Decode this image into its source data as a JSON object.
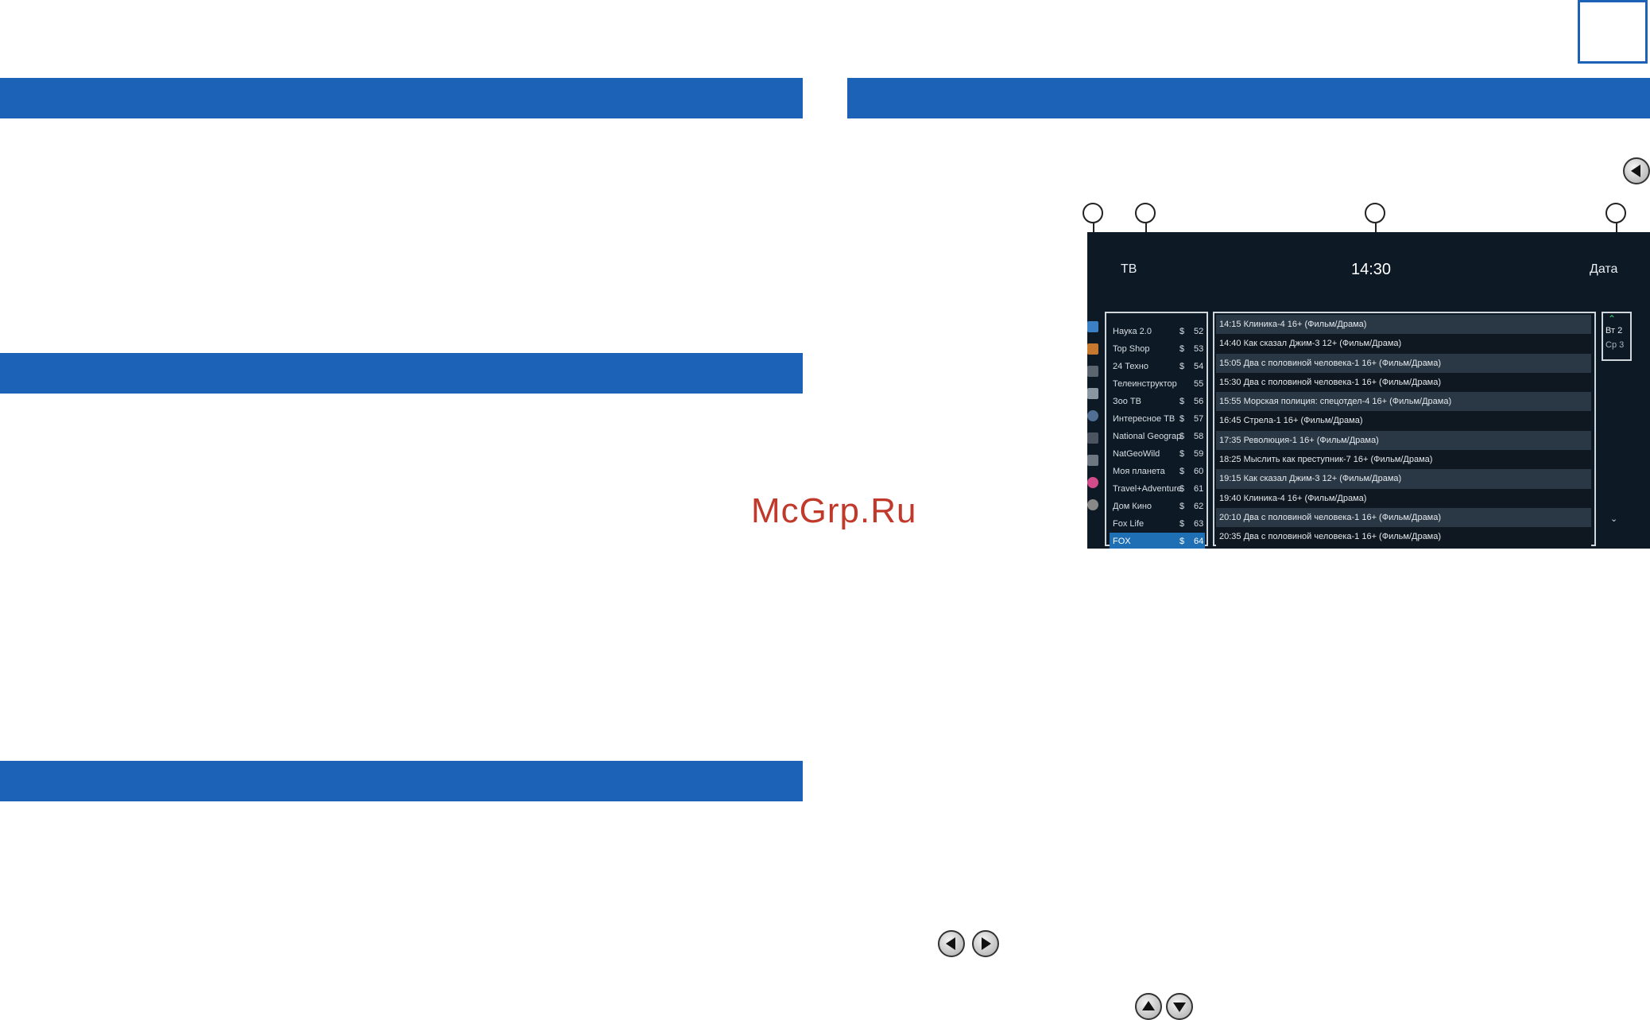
{
  "header": {
    "page_box": ""
  },
  "watermark": "McGrp.Ru",
  "tv_screen": {
    "left_label": "ТВ",
    "clock": "14:30",
    "right_label": "Дата",
    "channels": [
      {
        "name": "Наука 2.0",
        "price": "$",
        "number": "52"
      },
      {
        "name": "Top Shop",
        "price": "$",
        "number": "53"
      },
      {
        "name": "24 Техно",
        "price": "$",
        "number": "54"
      },
      {
        "name": "Телеинструктор",
        "price": "",
        "number": "55"
      },
      {
        "name": "Зоо ТВ",
        "price": "$",
        "number": "56"
      },
      {
        "name": "Интересное ТВ",
        "price": "$",
        "number": "57"
      },
      {
        "name": "National Geographic",
        "price": "$",
        "number": "58"
      },
      {
        "name": "NatGeoWild",
        "price": "$",
        "number": "59"
      },
      {
        "name": "Моя планета",
        "price": "$",
        "number": "60"
      },
      {
        "name": "Travel+Adventure",
        "price": "$",
        "number": "61"
      },
      {
        "name": "Дом Кино",
        "price": "$",
        "number": "62"
      },
      {
        "name": "Fox Life",
        "price": "$",
        "number": "63"
      },
      {
        "name": "FOX",
        "price": "$",
        "number": "64"
      }
    ],
    "programs": [
      "14:15 Клиника-4 16+ (Фильм/Драма)",
      "14:40 Как сказал Джим-3 12+ (Фильм/Драма)",
      "15:05 Два с половиной человека-1 16+ (Фильм/Драма)",
      "15:30 Два с половиной человека-1 16+ (Фильм/Драма)",
      "15:55 Морская полиция: спецотдел-4 16+ (Фильм/Драма)",
      "16:45 Стрела-1 16+ (Фильм/Драма)",
      "17:35 Революция-1 16+ (Фильм/Драма)",
      "18:25 Мыслить как преступник-7 16+ (Фильм/Драма)",
      "19:15 Как сказал Джим-3 12+ (Фильм/Драма)",
      "19:40 Клиника-4 16+ (Фильм/Драма)",
      "20:10 Два с половиной человека-1 16+ (Фильм/Драма)",
      "20:35 Два с половиной человека-1 16+ (Фильм/Драма)"
    ],
    "dates": [
      "Вт 2",
      "Ср 3"
    ]
  },
  "colors": {
    "section_bar": "#1c63b7",
    "tv_bg": "#0d1a26",
    "selected_channel": "#1f6fb5"
  },
  "icons": {
    "left_arrow": "left-arrow-button-icon",
    "right_arrow": "right-arrow-button-icon",
    "up_arrow": "up-arrow-button-icon",
    "down_arrow": "down-arrow-button-icon"
  }
}
